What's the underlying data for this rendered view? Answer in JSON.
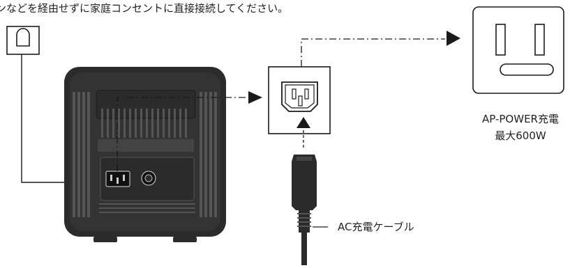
{
  "instruction": "ンなどを経由せずに家庭コンセントに直接接続してください。",
  "outlet_caption": {
    "line1": "AP-POWER充電",
    "line2": "最大600W"
  },
  "cable_caption": "AC充電ケーブル",
  "colors": {
    "line": "#1a1a1a",
    "device_body": "#2b2b2b",
    "device_panel": "#3a3a3a",
    "background": "#ffffff"
  },
  "icons": [
    "wall-socket-icon",
    "iec-c14-inlet-icon",
    "us-outlet-icon",
    "arrow-icon",
    "ac-plug-icon"
  ]
}
